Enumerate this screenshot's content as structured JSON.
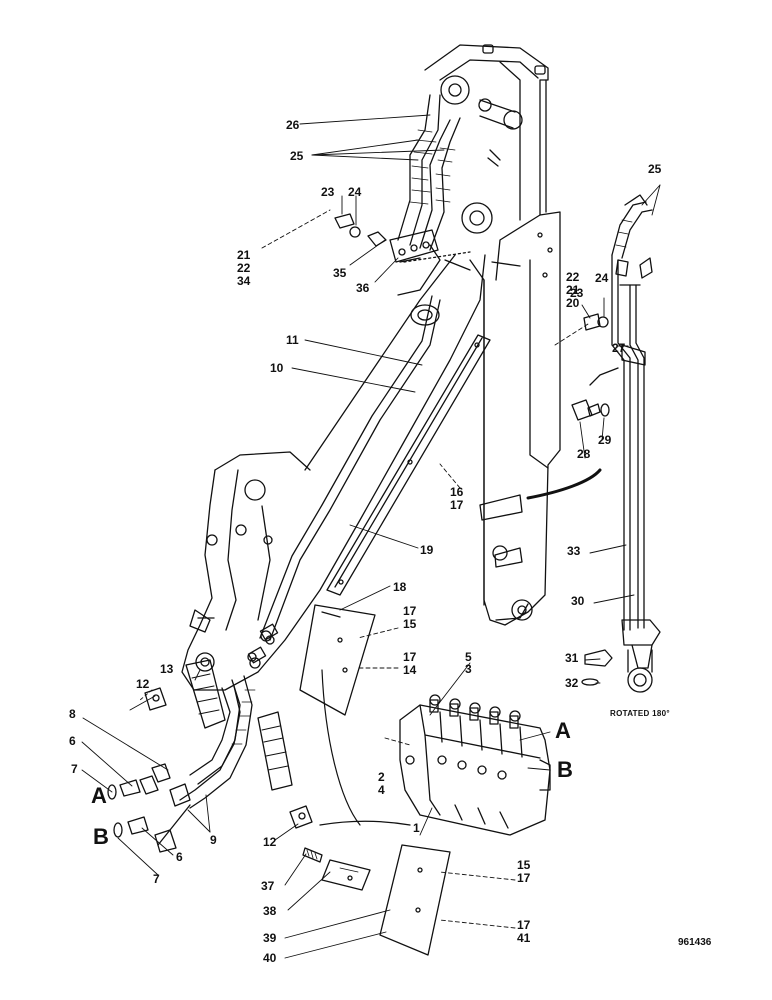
{
  "part_numbers": [
    "1",
    "2",
    "3",
    "4",
    "5",
    "6",
    "7",
    "8",
    "9",
    "10",
    "11",
    "12",
    "13",
    "14",
    "15",
    "16",
    "17",
    "18",
    "19",
    "20",
    "21",
    "22",
    "23",
    "24",
    "25",
    "26",
    "27",
    "28",
    "29",
    "30",
    "31",
    "32",
    "33",
    "34",
    "35",
    "36",
    "37",
    "38",
    "39",
    "40",
    "41"
  ],
  "port_labels": {
    "a": "A",
    "b": "B"
  },
  "rotation_note": "ROTATED 180°",
  "reference_number": "961436",
  "colors": {
    "ink": "#111111",
    "background": "#ffffff"
  }
}
